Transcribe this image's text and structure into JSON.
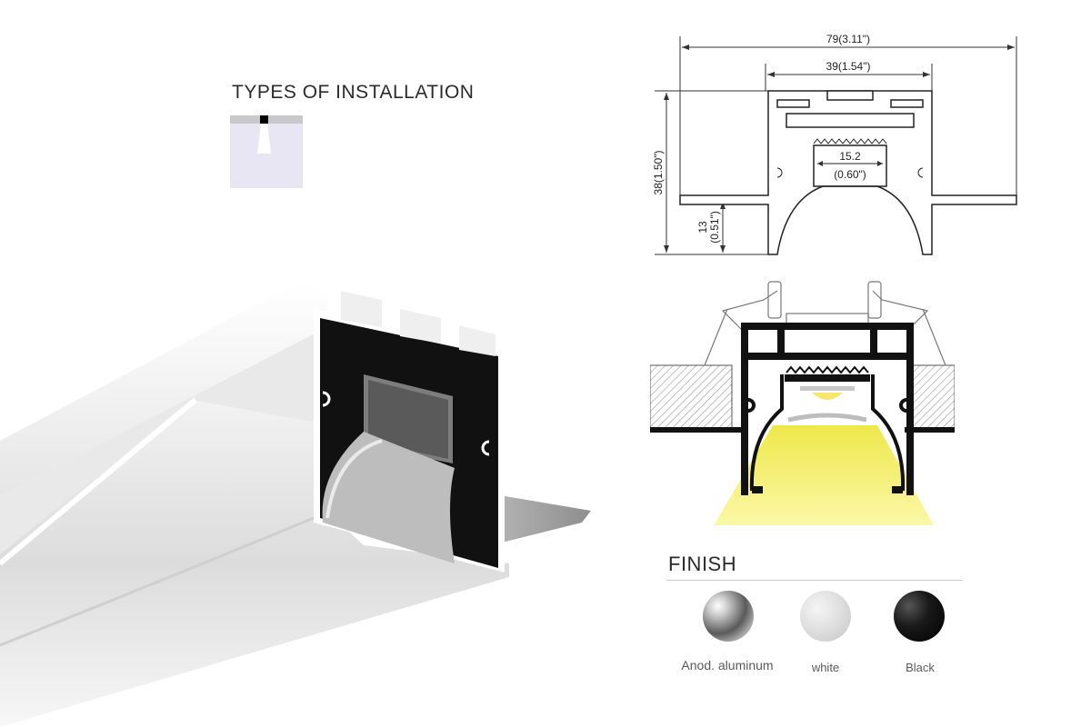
{
  "installation": {
    "title": "TYPES OF INSTALLATION"
  },
  "drawing": {
    "dim_total_width": "79(3.11\")",
    "dim_inner_width": "39(1.54\")",
    "dim_channel_top": "15.2",
    "dim_channel_bottom": "(0.60\")",
    "dim_height": "38(1.50\")",
    "dim_lower_top": "13",
    "dim_lower_bottom": "(0.51\")"
  },
  "finish": {
    "title": "FINISH",
    "options": [
      {
        "label": "Anod. aluminum",
        "color": "#9a9a9a"
      },
      {
        "label": "white",
        "color": "#d8d8d8"
      },
      {
        "label": "Black",
        "color": "#111111"
      }
    ]
  },
  "colors": {
    "light_beam": "#f5f060",
    "profile_black": "#111111"
  }
}
